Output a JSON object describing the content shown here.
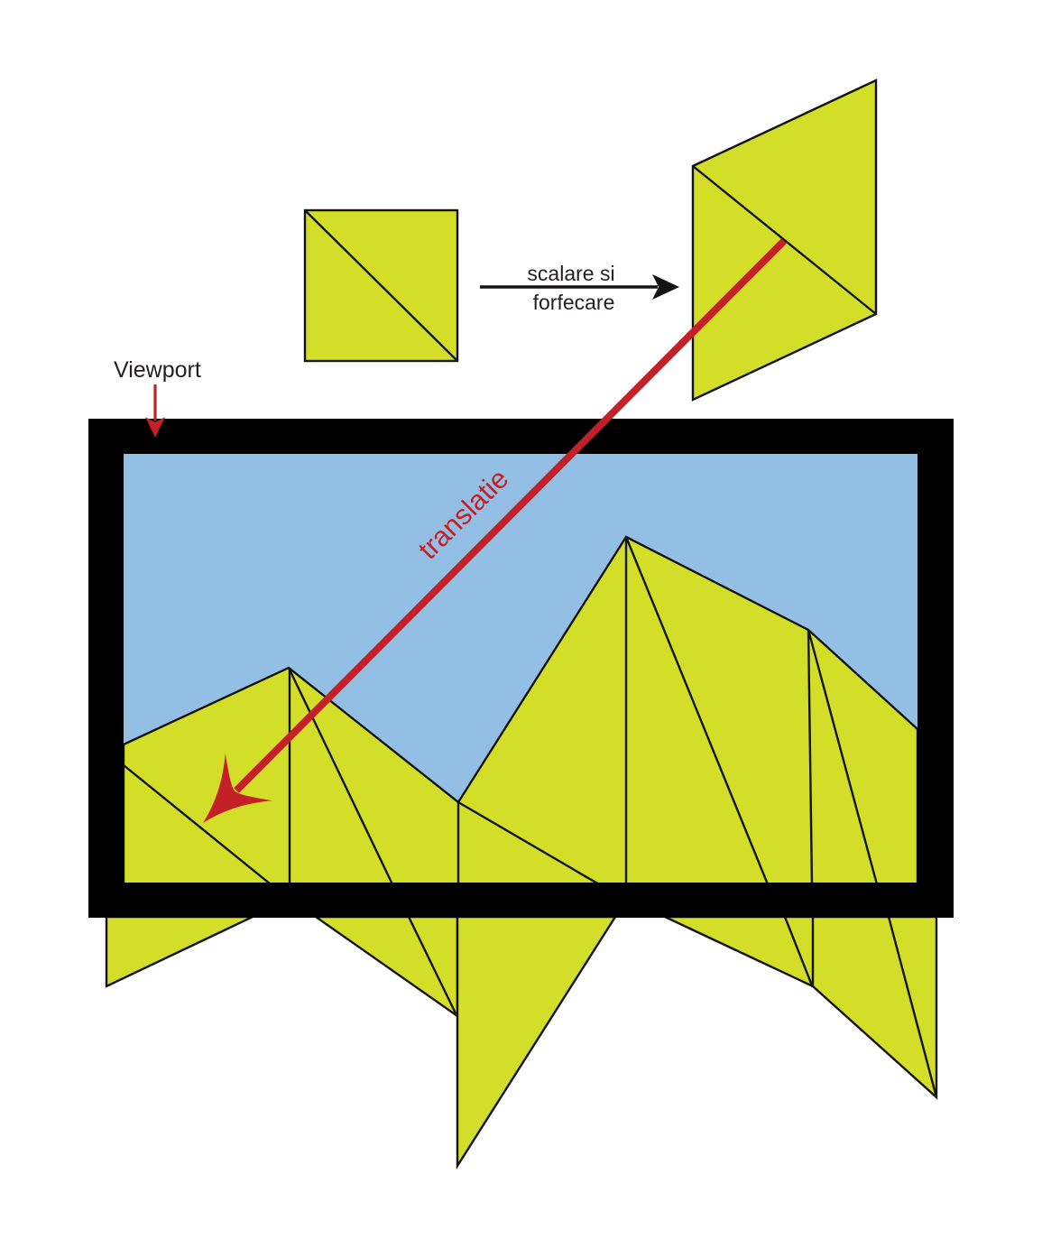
{
  "figure": {
    "description": "2D transformation pipeline diagram: a unit square is scaled and sheared into a parallelogram, then translated into a viewport containing a clipped mountain scene"
  },
  "labels": {
    "viewport": "Viewport",
    "scale_shear_line1": "scalare si",
    "scale_shear_line2": "forfecare",
    "translation": "translatie"
  },
  "colors": {
    "yellow": "#d3de28",
    "blue": "#94bfe5",
    "red": "#c32127",
    "ink": "#131313",
    "frame": "#000000",
    "text": "#231f20",
    "bg": "#ffffff"
  }
}
